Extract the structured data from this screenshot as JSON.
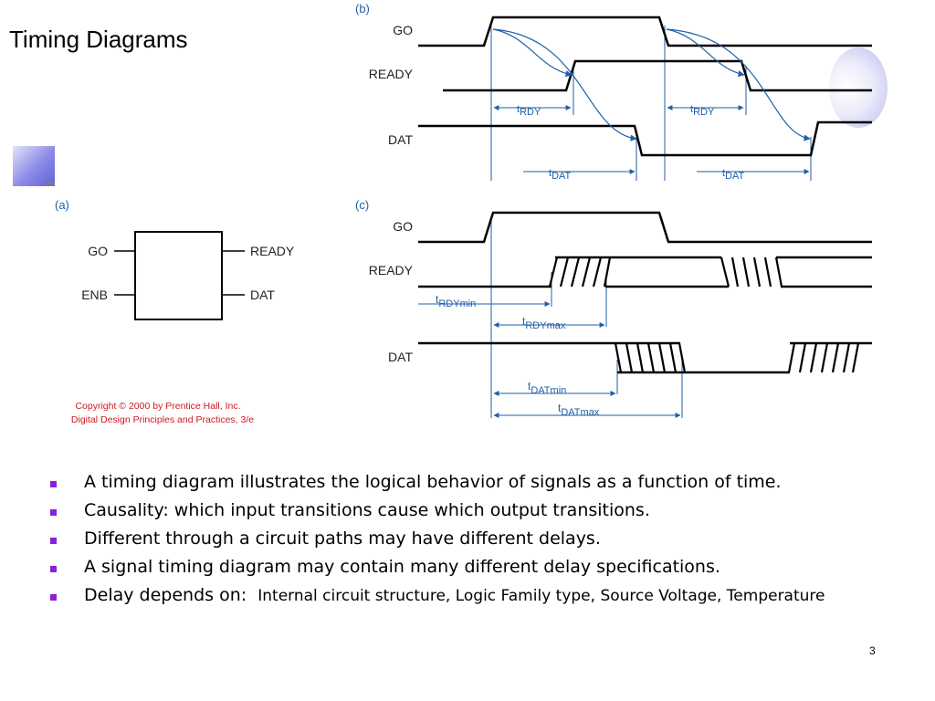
{
  "slide": {
    "title": "Timing Diagrams",
    "page_number": "3"
  },
  "diagram": {
    "part_a": {
      "label": "(a)",
      "inputs": [
        "GO",
        "ENB"
      ],
      "outputs": [
        "READY",
        "DAT"
      ]
    },
    "part_b": {
      "label": "(b)",
      "signals": [
        "GO",
        "READY",
        "DAT"
      ],
      "delay_labels": {
        "rdy_1": {
          "t": "t",
          "sub": "RDY"
        },
        "rdy_2": {
          "t": "t",
          "sub": "RDY"
        },
        "dat_1": {
          "t": "t",
          "sub": "DAT"
        },
        "dat_2": {
          "t": "t",
          "sub": "DAT"
        }
      }
    },
    "part_c": {
      "label": "(c)",
      "signals": [
        "GO",
        "READY",
        "DAT"
      ],
      "delay_labels": {
        "rdy_min": {
          "t": "t",
          "sub": "RDYmin"
        },
        "rdy_max": {
          "t": "t",
          "sub": "RDYmax"
        },
        "dat_min": {
          "t": "t",
          "sub": "DATmin"
        },
        "dat_max": {
          "t": "t",
          "sub": "DATmax"
        }
      }
    },
    "copyright": [
      "Copyright © 2000 by Prentice Hall, Inc.",
      "Digital Design Principles and Practices, 3/e"
    ],
    "colors": {
      "signal": "#000000",
      "annotation": "#1f5fa8",
      "copyright": "#d0191e",
      "bullet": "#8a1fd8"
    }
  },
  "bullets": [
    {
      "text": "A timing diagram illustrates the logical behavior of signals as a function of time."
    },
    {
      "text": "Causality: which input transitions cause which output transitions."
    },
    {
      "text": "Different through a circuit paths may have different delays."
    },
    {
      "text": "A signal timing diagram may contain many different delay specifications."
    },
    {
      "text": "Delay depends on:",
      "detail": "Internal circuit structure, Logic Family type, Source Voltage, Temperature"
    }
  ]
}
